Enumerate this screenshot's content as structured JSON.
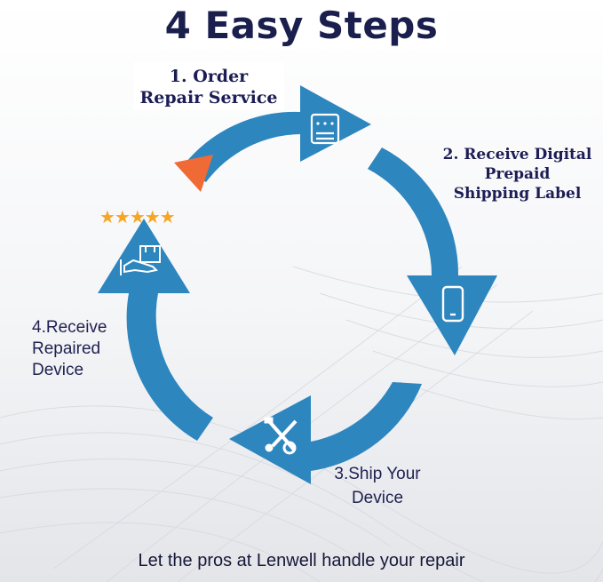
{
  "title": "4 Easy Steps",
  "steps": [
    {
      "lines": [
        "1. Order",
        "Repair Service"
      ],
      "icon": "form-icon"
    },
    {
      "lines": [
        "2. Receive Digital",
        "Prepaid",
        "Shipping Label"
      ],
      "icon": "phone-icon"
    },
    {
      "lines": [
        "3.Ship Your",
        "Device"
      ],
      "icon": "tools-icon"
    },
    {
      "lines": [
        "4.Receive",
        "Repaired",
        "Device"
      ],
      "icon": "delivered-box-icon"
    }
  ],
  "rating_stars": "★★★★★",
  "tagline": "Let the pros at Lenwell handle your repair",
  "colors": {
    "arrow": "#2e86bf",
    "accent": "#f06a35",
    "title": "#1b1f4d",
    "star": "#f5a623"
  }
}
